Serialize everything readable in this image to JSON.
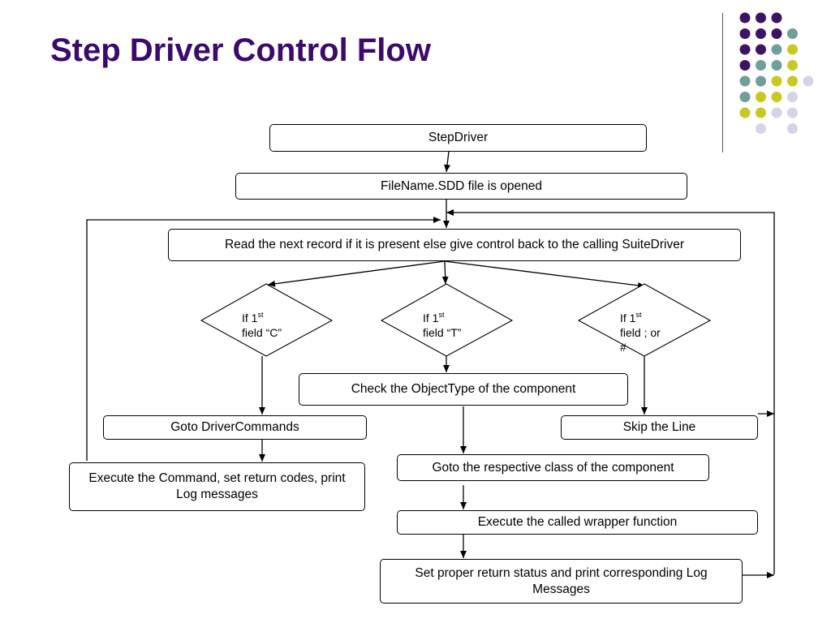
{
  "slide": {
    "title": "Step Driver Control Flow"
  },
  "colors": {
    "title": "#3b0a6b",
    "dot_purple": "#3d1363",
    "dot_teal": "#6f9e9b",
    "dot_yellow": "#c8c820",
    "dot_lavender": "#d4d4e6"
  },
  "decoration": {
    "dot_rows": [
      [
        "purple",
        "purple",
        "purple",
        "none"
      ],
      [
        "purple",
        "purple",
        "purple",
        "teal"
      ],
      [
        "purple",
        "purple",
        "teal",
        "yellow"
      ],
      [
        "purple",
        "teal",
        "teal",
        "yellow"
      ],
      [
        "teal",
        "teal",
        "yellow",
        "yellow",
        "lavender"
      ],
      [
        "teal",
        "yellow",
        "yellow",
        "lavender"
      ],
      [
        "yellow",
        "yellow",
        "lavender",
        "lavender"
      ],
      [
        "none",
        "lavender",
        "none",
        "lavender"
      ]
    ]
  },
  "flow": {
    "step_driver": "StepDriver",
    "file_opened": "FileName.SDD file is opened",
    "read_record": "Read the next record if it is present else give control back to the calling SuiteDriver",
    "decision_c": {
      "line1": "If  1",
      "sup": "st",
      "line2": "field “C”"
    },
    "decision_t": {
      "line1": "If  1",
      "sup": "st",
      "line2": "field “T”"
    },
    "decision_skip": {
      "line1": "If  1",
      "sup": "st",
      "line2": "field  ; or",
      "line3": "#"
    },
    "check_objecttype": "Check the ObjectType of the component",
    "goto_drivercommands": "Goto DriverCommands",
    "skip_line": "Skip the Line",
    "execute_command": "Execute the Command, set return codes, print Log messages",
    "goto_class": "Goto the respective class of the component",
    "execute_wrapper": "Execute the called wrapper function",
    "set_return": "Set proper return status and print corresponding Log Messages"
  }
}
